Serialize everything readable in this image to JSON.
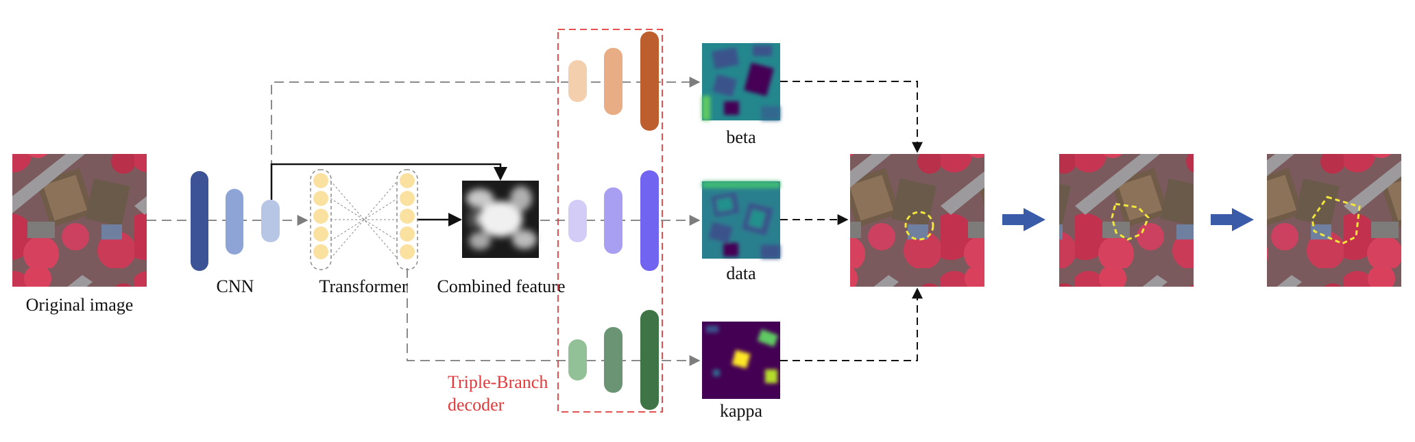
{
  "labels": {
    "original_image": "Original image",
    "cnn": "CNN",
    "transformer": "Transformer",
    "combined_feature": "Combined feature",
    "decoder_line1": "Triple-Branch",
    "decoder_line2": "decoder",
    "beta": "beta",
    "data": "data",
    "kappa": "kappa"
  },
  "colors": {
    "cnn": [
      "#3c5496",
      "#8fa4d6",
      "#b8c6e6"
    ],
    "transformer_nodes": "#fae1a0",
    "branch_beta": [
      "#f4cfae",
      "#e9ad85",
      "#bd5e2e"
    ],
    "branch_data": [
      "#d2ccf7",
      "#a99ff2",
      "#7064f0"
    ],
    "branch_kappa": [
      "#92c097",
      "#6b9474",
      "#3e7446"
    ],
    "decoder_box": "#e23a3a",
    "contour": "#f2e63a",
    "step_arrow": "#3a5ca8",
    "heatmap": [
      "#440154",
      "#3b528b",
      "#21918c",
      "#5ec962",
      "#fde725"
    ]
  }
}
